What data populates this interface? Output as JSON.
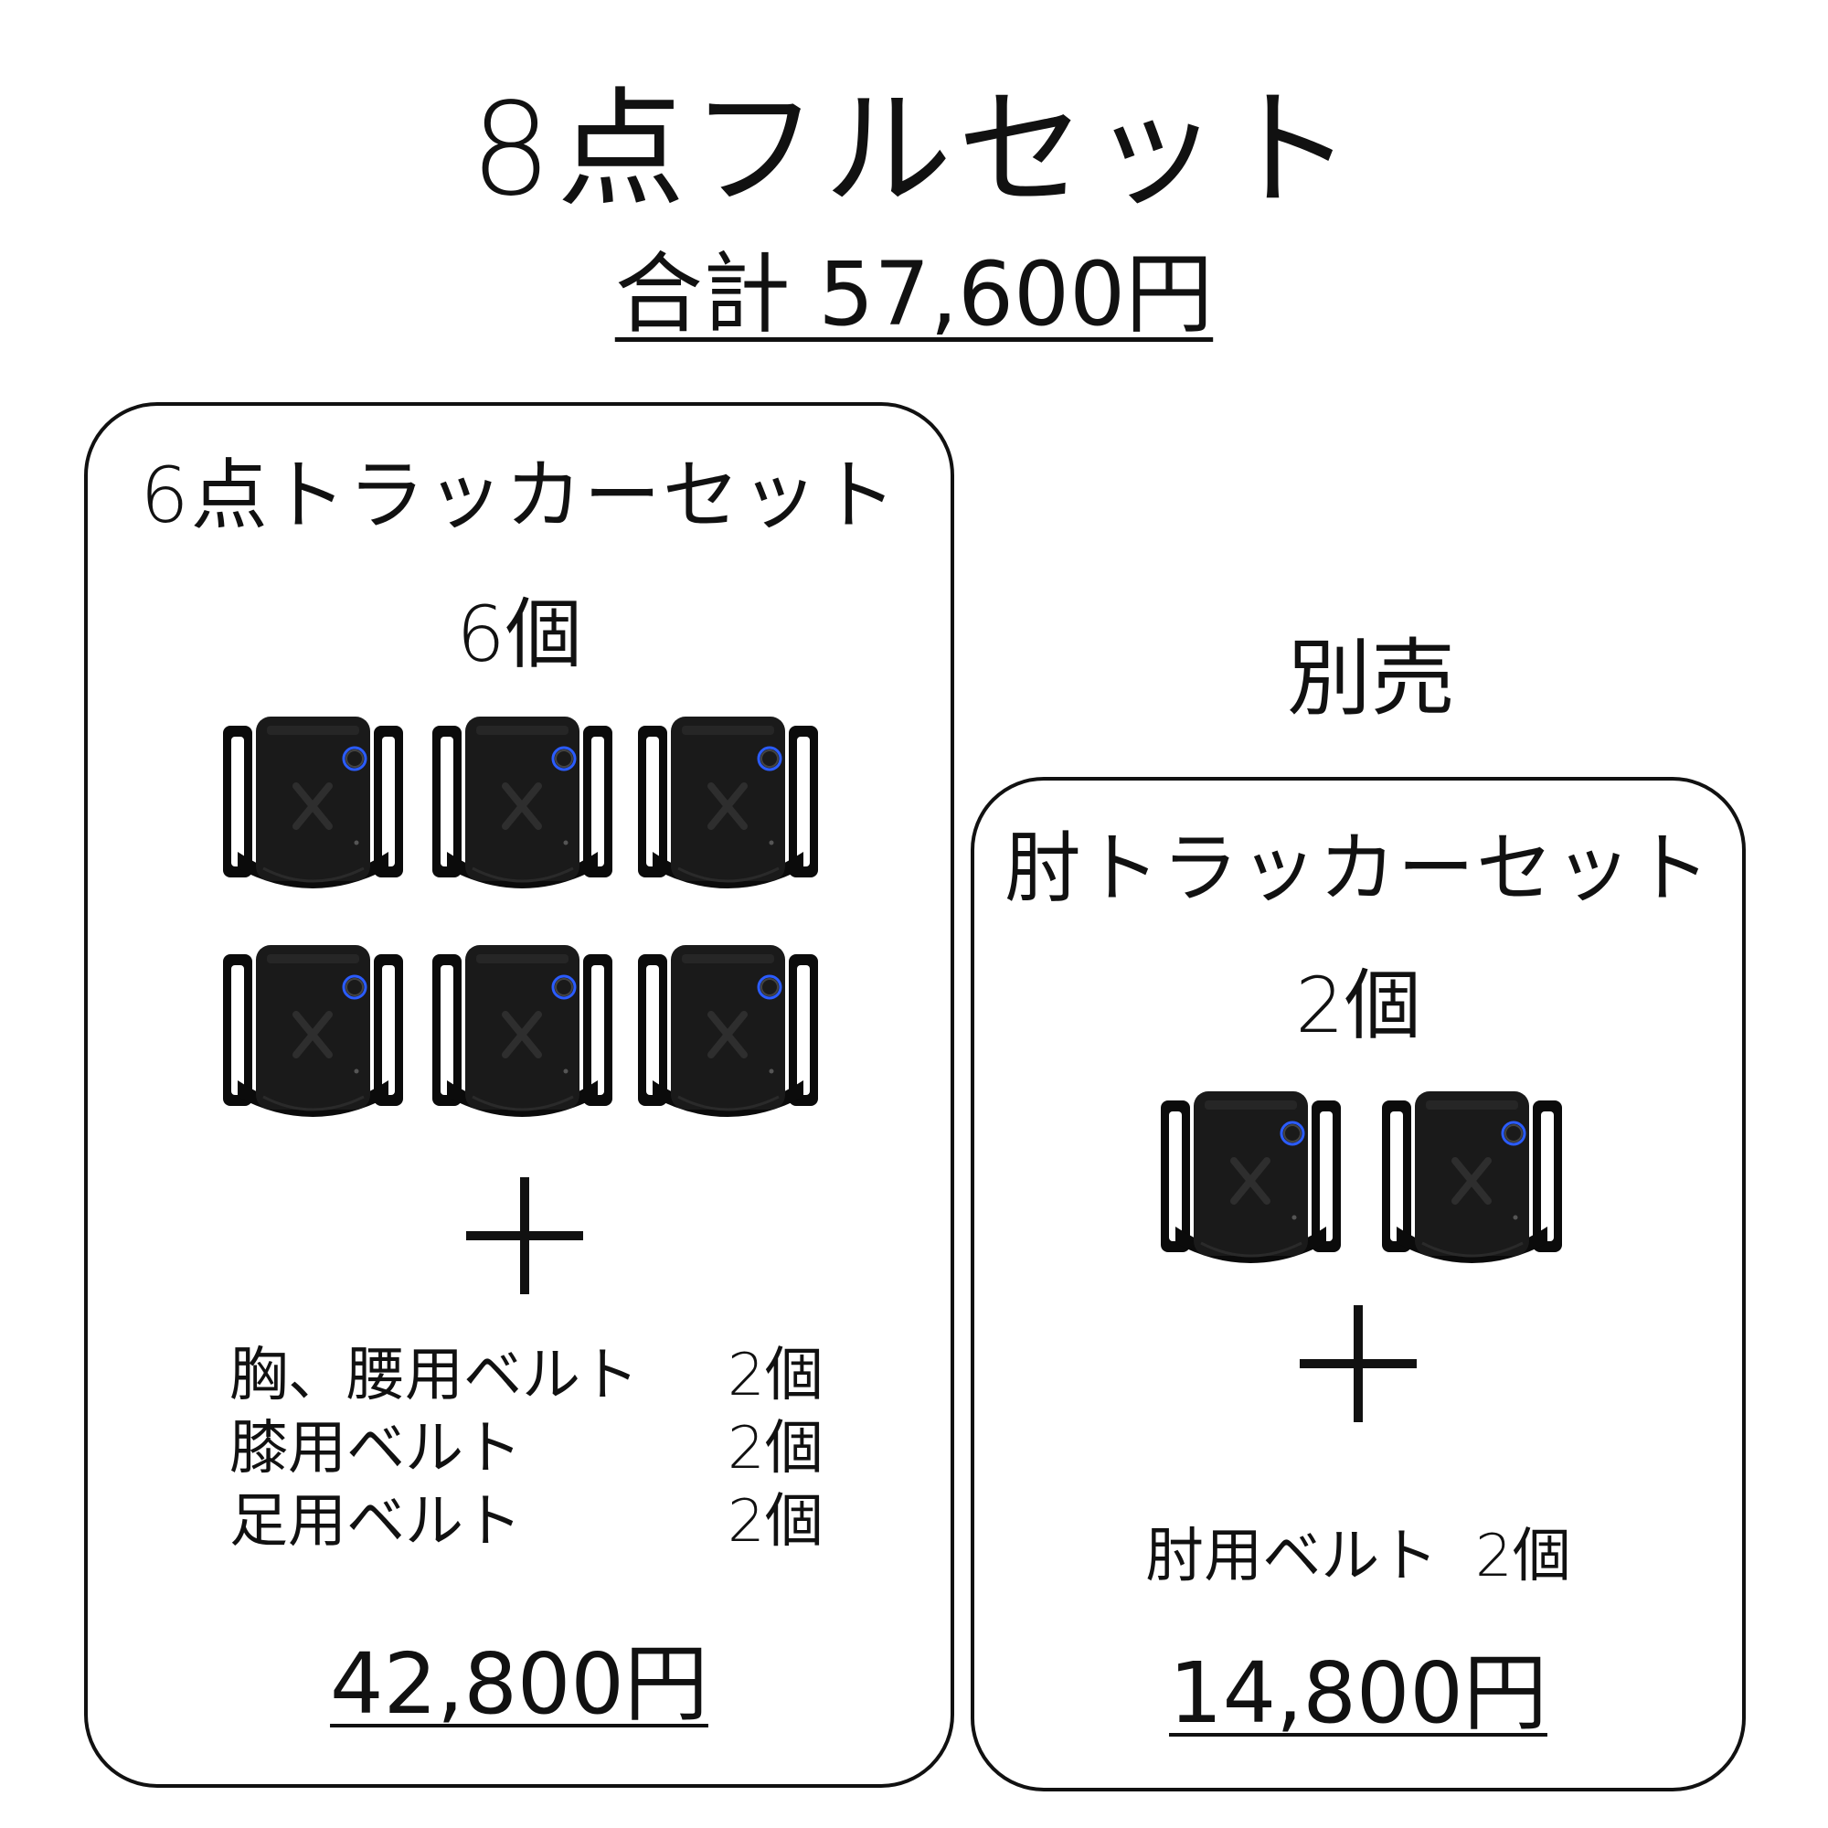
{
  "header": {
    "title": "8点フルセット",
    "total_price": "合計 57,600円"
  },
  "left_set": {
    "title": "6点トラッカーセット",
    "quantity": "6個",
    "tracker_count": 6,
    "accessories": [
      {
        "name": "胸、腰用ベルト",
        "qty": "2個"
      },
      {
        "name": "膝用ベルト",
        "qty": "2個"
      },
      {
        "name": "足用ベルト",
        "qty": "2個"
      }
    ],
    "price": "42,800円"
  },
  "separate_label": "別売",
  "right_set": {
    "title": "肘トラッカーセット",
    "quantity": "2個",
    "tracker_count": 2,
    "accessory": "肘用ベルト  2個",
    "price": "14,800円"
  },
  "colors": {
    "tracker_body": "#1a1a1a",
    "tracker_strap": "#0b0b0b",
    "led": "#2b5cff"
  },
  "icons": [
    "tracker-device-icon",
    "plus-icon"
  ]
}
